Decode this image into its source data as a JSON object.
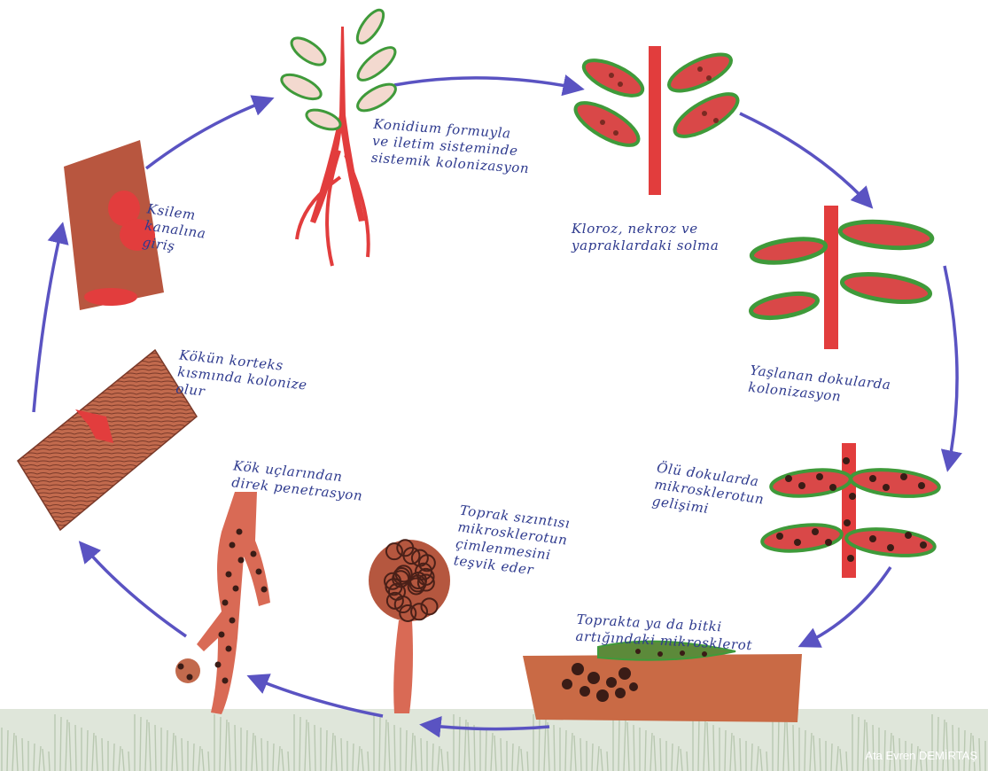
{
  "colors": {
    "arrow": "#5a53c2",
    "stem": "#e23d3d",
    "leaf_green": "#3f9a3a",
    "leaf_red": "#d94848",
    "tissue": "#c26a4d",
    "microsclerotia": "#5a2a1f",
    "soil": "#c96a45",
    "grass": "#b9c8b1",
    "text": "#2e3a8e"
  },
  "labels": {
    "systemic": [
      "Konidium formuyla",
      "ve iletim sisteminde",
      "sistemik kolonizasyon"
    ],
    "chlorosis": [
      "Kloroz, nekroz ve",
      "yapraklardaki solma"
    ],
    "aging": [
      "Yaşlanan dokularda",
      "kolonizasyon"
    ],
    "dead_tissue": [
      "Ölü dokularda",
      "mikrosklerotun",
      "gelişimi"
    ],
    "soil_residue": [
      "Toprakta ya da bitki",
      "artığındaki mikrosklerot"
    ],
    "germination": [
      "Toprak sızıntısı",
      "mikrosklerotun",
      "çimlenmesini",
      "teşvik eder"
    ],
    "root_tip": [
      "Kök uçlarından",
      "direk penetrasyon"
    ],
    "cortex": [
      "Kökün korteks",
      "kısmında kolonize",
      "olur"
    ],
    "xylem": [
      "Ksilem",
      "kanalına",
      "giriş"
    ]
  },
  "credit": "Ata Evren DEMİRTAŞ"
}
